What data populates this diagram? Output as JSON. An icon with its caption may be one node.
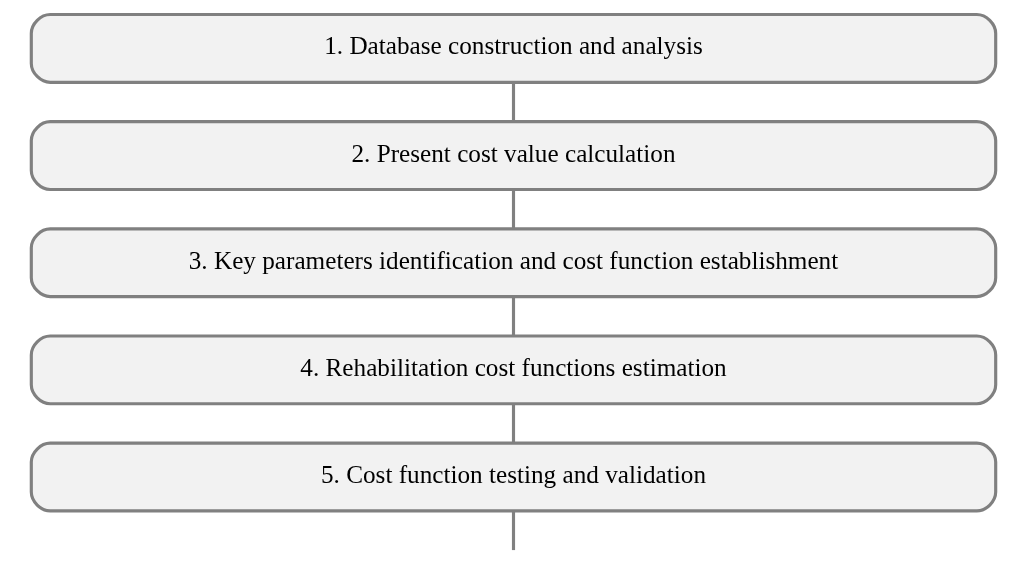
{
  "diagram": {
    "nodes": [
      {
        "text": [
          "1. Database construction and analysis"
        ]
      },
      {
        "text": [
          "2. Present cost value calculation"
        ]
      },
      {
        "text": [
          "3. Key parameters identification and cost function establishment"
        ]
      },
      {
        "text": [
          "4. Rehabilitation cost functions estimation"
        ]
      },
      {
        "text": [
          "5. Cost function testing and validation"
        ]
      }
    ],
    "edges": [
      {
        "from": 0,
        "to": 1,
        "arrow": "none"
      },
      {
        "from": 1,
        "to": 2,
        "arrow": "none"
      },
      {
        "from": 2,
        "to": 3,
        "arrow": "none"
      },
      {
        "from": 3,
        "to": 4,
        "arrow": "none"
      },
      {
        "from": 4,
        "to": null,
        "arrow": "none"
      }
    ]
  }
}
